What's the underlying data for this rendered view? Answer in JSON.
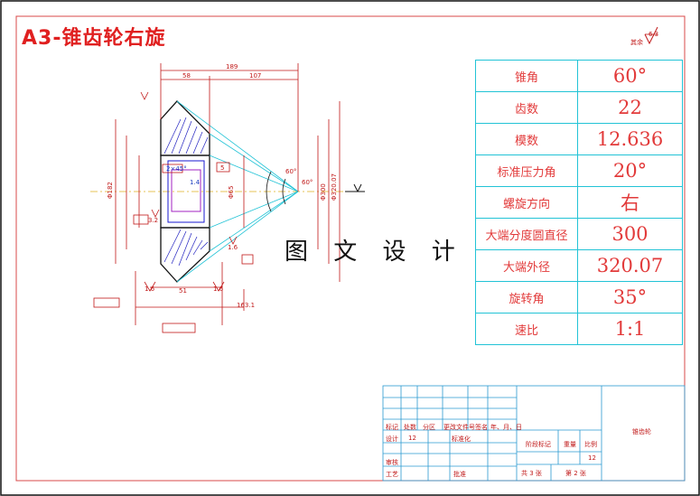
{
  "title": "A3-锥齿轮右旋",
  "watermark": "图 文 设 计",
  "roughness_symbol": "其余",
  "roughness_value": "6.3",
  "side_marker": "Y",
  "params": [
    {
      "label": "锥角",
      "value": "60°"
    },
    {
      "label": "齿数",
      "value": "22"
    },
    {
      "label": "模数",
      "value": "12.636"
    },
    {
      "label": "标准压力角",
      "value": "20°"
    },
    {
      "label": "螺旋方向",
      "value": "右"
    },
    {
      "label": "大端分度圆直径",
      "value": "300"
    },
    {
      "label": "大端外径",
      "value": "320.07"
    },
    {
      "label": "旋转角",
      "value": "35°"
    },
    {
      "label": "速比",
      "value": "1:1"
    }
  ],
  "title_block": {
    "row_header": [
      "标记",
      "处数",
      "分区",
      "更改文件号",
      "签名",
      "年、月、日"
    ],
    "design": "设计",
    "standardize": "标准化",
    "review": "审核",
    "process": "工艺",
    "approve": "批准",
    "stage_mark": "阶段标记",
    "weight": "重量",
    "scale": "比例",
    "scale_value": "12",
    "total_sheets": "共 3 张",
    "sheet_no": "第 2 张",
    "part_name": "锥齿轮",
    "date_text": "12"
  },
  "dims": [
    "189",
    "107",
    "58",
    "Φ182",
    "Φ300",
    "Φ320.07",
    "Φ65",
    "60°",
    "60°",
    "2×45°",
    "1.6",
    "1.6",
    "1.6",
    "3.2",
    "51",
    "5",
    "1.4",
    "163.1"
  ]
}
